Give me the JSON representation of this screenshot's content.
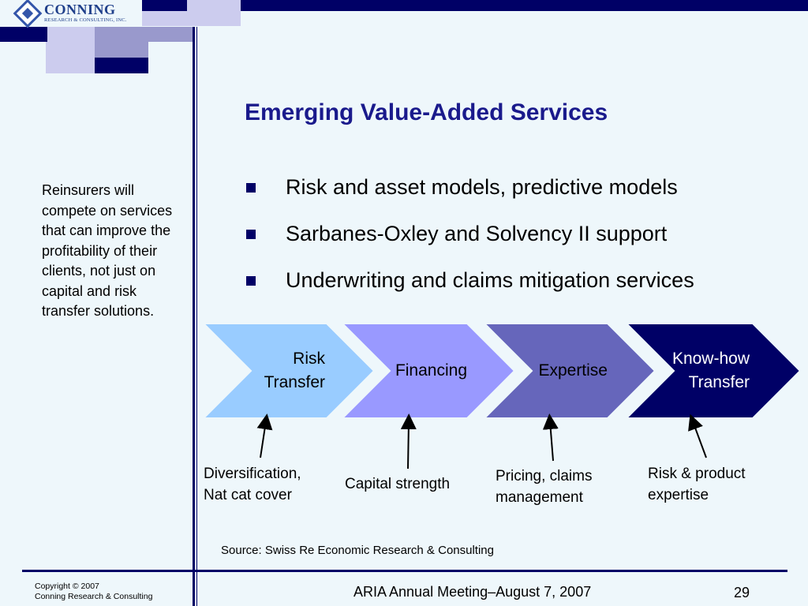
{
  "logo": {
    "name": "CONNING",
    "subtitle": "RESEARCH & CONSULTING, INC."
  },
  "slide": {
    "title": "Emerging Value-Added Services",
    "bullets": [
      "Risk and asset models, predictive models",
      "Sarbanes-Oxley and Solvency II support",
      "Underwriting and claims mitigation services"
    ],
    "sidebar_text": "Reinsurers will compete on services that can improve the profitability of their clients, not just on capital and risk transfer solutions.",
    "chevrons": [
      {
        "line1": "Risk",
        "line2": "Transfer"
      },
      {
        "line1": "Financing"
      },
      {
        "line1": "Expertise"
      },
      {
        "line1": "Know-how",
        "line2": "Transfer"
      }
    ],
    "captions": [
      {
        "line1": "Diversification,",
        "line2": "Nat cat cover"
      },
      {
        "line1": "Capital strength"
      },
      {
        "line1": "Pricing, claims",
        "line2": "management"
      },
      {
        "line1": "Risk & product",
        "line2": "expertise"
      }
    ],
    "source": "Source: Swiss Re Economic Research & Consulting"
  },
  "footer": {
    "copyright_line1": "Copyright © 2007",
    "copyright_line2": "Conning Research & Consulting",
    "meeting": "ARIA Annual Meeting–August 7, 2007",
    "page_number": "29"
  },
  "colors": {
    "navy": "#000066",
    "title_blue": "#1a1a8c",
    "chevron_1": "#99ccff",
    "chevron_2": "#9999ff",
    "chevron_3": "#6666bb",
    "chevron_4": "#000066",
    "background": "#eef7fb"
  }
}
